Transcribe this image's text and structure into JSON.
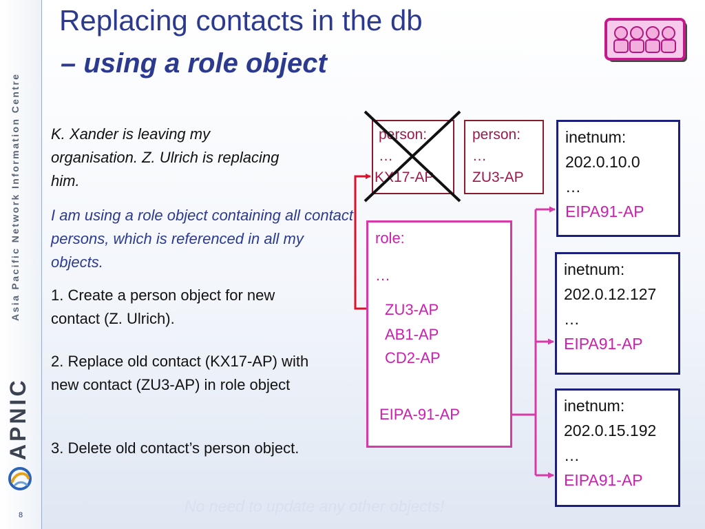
{
  "sidebar": {
    "org_name": "Asia Pacific Network Information Centre",
    "logo_text": "APNIC",
    "page_number": "8"
  },
  "title": {
    "line1": "Replacing contacts in the db",
    "line2": "– using a role object"
  },
  "text": {
    "intro": "K. Xander is leaving my organisation. Z. Ulrich is replacing him.",
    "role_desc": "I am using a role object containing all contact persons, which is referenced in all my objects.",
    "step1": "1. Create a person object for new contact (Z. Ulrich).",
    "step2": "2. Replace old contact (KX17-AP) with new contact (ZU3-AP) in role object",
    "step3": "3. Delete old contact’s person object."
  },
  "person_old": {
    "label": "person:",
    "ellipsis": "…",
    "handle": "KX17-AP"
  },
  "person_new": {
    "label": "person:",
    "ellipsis": "…",
    "handle": "ZU3-AP"
  },
  "role": {
    "label": "role:",
    "ellipsis": "…",
    "contacts": [
      "ZU3-AP",
      "AB1-AP",
      "CD2-AP"
    ],
    "handle": "EIPA-91-AP"
  },
  "inetnums": [
    {
      "label": "inetnum:",
      "address": "202.0.10.0",
      "ellipsis": "…",
      "ref": "EIPA91-AP"
    },
    {
      "label": "inetnum:",
      "address": "202.0.12.127",
      "ellipsis": "…",
      "ref": "EIPA91-AP"
    },
    {
      "label": "inetnum:",
      "address": "202.0.15.192",
      "ellipsis": "…",
      "ref": "EIPA91-AP"
    }
  ],
  "footer": "No need to update any other objects!",
  "colors": {
    "title": "#2b3a8f",
    "role_text": "#cc1fb0",
    "role_border": "#d63aa8",
    "person_border": "#8a1a2e",
    "inetnum_border": "#1b1f7a",
    "arrow_red": "#e0102a"
  }
}
